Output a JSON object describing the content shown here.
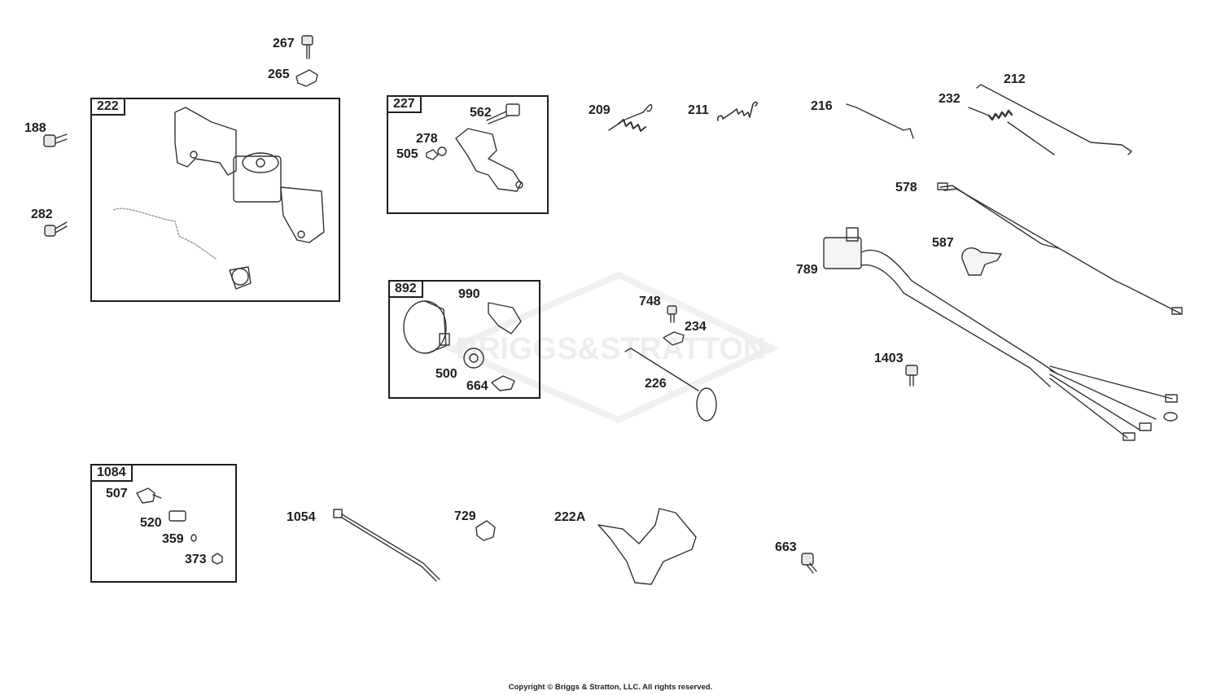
{
  "watermark": "BRIGGS&STRATTON",
  "groups": [
    {
      "id": "222",
      "label": "222"
    },
    {
      "id": "227",
      "label": "227"
    },
    {
      "id": "892",
      "label": "892"
    },
    {
      "id": "1084",
      "label": "1084"
    }
  ],
  "parts": {
    "p267": "267",
    "p265": "265",
    "p188": "188",
    "p282": "282",
    "p562": "562",
    "p278": "278",
    "p505": "505",
    "p209": "209",
    "p211": "211",
    "p216": "216",
    "p232": "232",
    "p212": "212",
    "p578": "578",
    "p587": "587",
    "p789": "789",
    "p990": "990",
    "p500": "500",
    "p664": "664",
    "p748": "748",
    "p234": "234",
    "p226": "226",
    "p1403": "1403",
    "p507": "507",
    "p520": "520",
    "p359": "359",
    "p373": "373",
    "p1054": "1054",
    "p729": "729",
    "p222A": "222A",
    "p663": "663"
  },
  "copyright": "Copyright © Briggs & Stratton, LLC. All rights reserved."
}
